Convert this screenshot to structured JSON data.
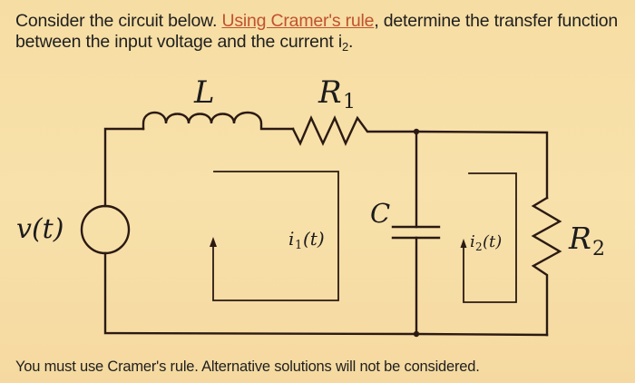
{
  "question": {
    "prefix": "Consider the circuit below. ",
    "link_text": "Using Cramer's rule",
    "suffix": ", determine the transfer function between the input voltage and the current i",
    "subscript": "2",
    "end": "."
  },
  "circuit": {
    "components": {
      "inductor": {
        "label": "L"
      },
      "resistor1": {
        "label": "R",
        "subscript": "1"
      },
      "resistor2": {
        "label": "R",
        "subscript": "2"
      },
      "capacitor": {
        "label": "C"
      },
      "source": {
        "label": "v(t)"
      }
    },
    "loops": {
      "mesh1": {
        "label": "i",
        "subscript": "1",
        "arg": "(t)"
      },
      "mesh2": {
        "label": "i",
        "subscript": "2",
        "arg": "(t)"
      }
    },
    "colors": {
      "wire": "#2a1a12",
      "background": "#f7dea6",
      "link": "#c0522f"
    }
  },
  "footer": {
    "note": "You must use Cramer's rule. Alternative solutions will not be considered."
  }
}
